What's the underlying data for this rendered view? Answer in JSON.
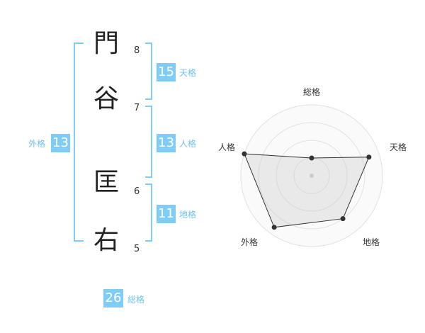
{
  "name": {
    "characters": [
      {
        "char": "門",
        "strokes": "8"
      },
      {
        "char": "谷",
        "strokes": "7"
      },
      {
        "char": "匡",
        "strokes": "6"
      },
      {
        "char": "右",
        "strokes": "5"
      }
    ]
  },
  "kakusu": {
    "tenkaku": {
      "label": "天格",
      "value": "15"
    },
    "jinkaku": {
      "label": "人格",
      "value": "13"
    },
    "chikaku": {
      "label": "地格",
      "value": "11"
    },
    "gaikaku": {
      "label": "外格",
      "value": "13"
    },
    "soukaku": {
      "label": "総格",
      "value": "26"
    }
  },
  "colors": {
    "accent": "#7fcdf7",
    "bracket": "#7fcdf7",
    "radar_fill": "#f0f0f0",
    "radar_line": "#333333"
  },
  "chart_data": {
    "type": "radar",
    "axes": [
      "総格",
      "天格",
      "地格",
      "外格",
      "人格"
    ],
    "values": [
      0.25,
      0.85,
      0.75,
      0.9,
      1.0
    ],
    "rings": 4
  }
}
